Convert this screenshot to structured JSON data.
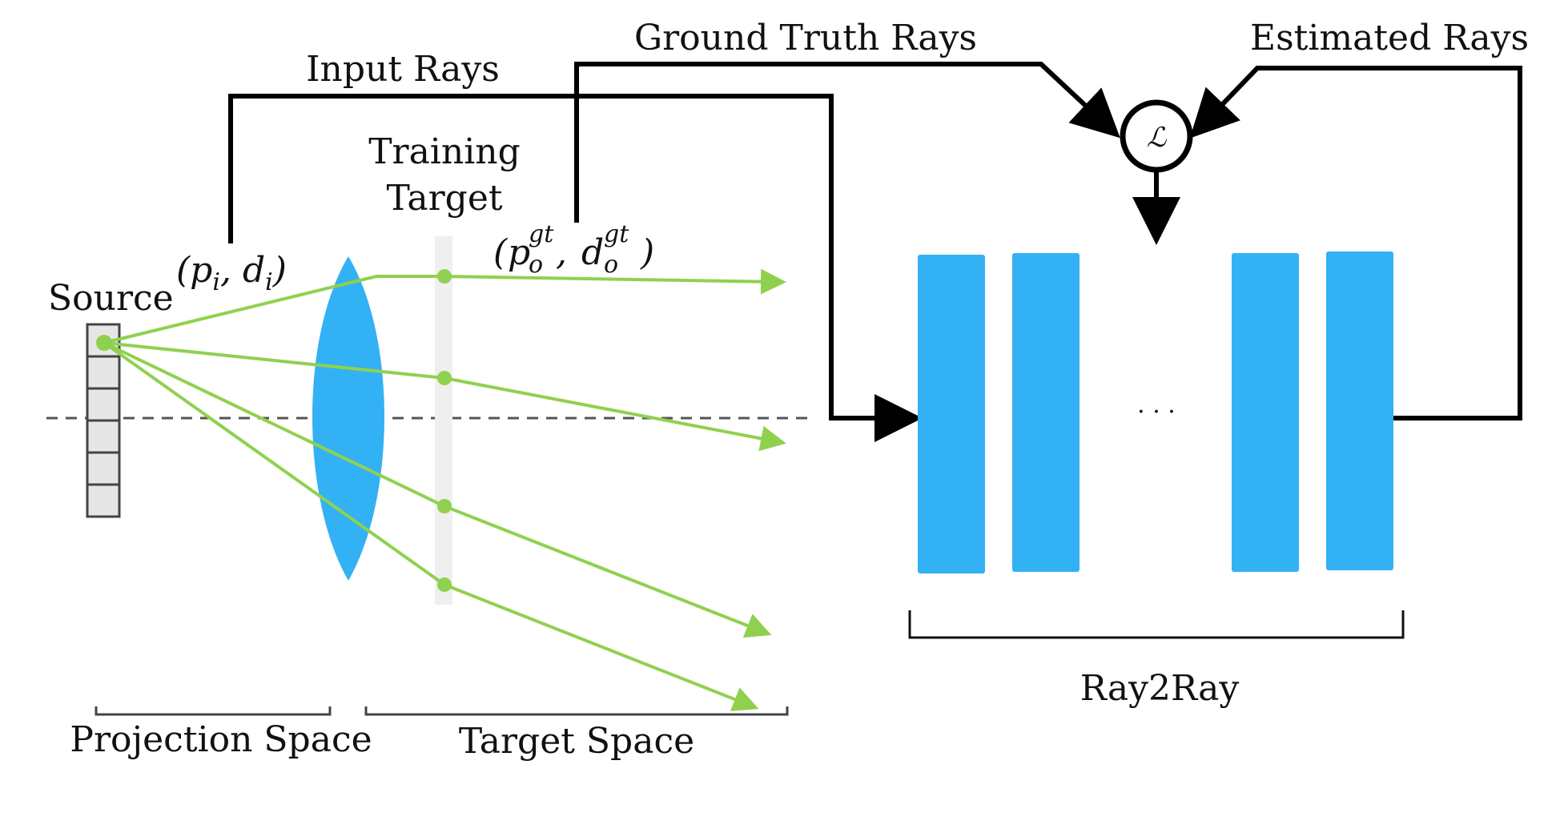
{
  "colors": {
    "lens": "#33b1f5",
    "layer": "#33b1f5",
    "ray": "#8fd14f",
    "connector": "#000000",
    "target_plane": "#efefef",
    "axis": "#555555"
  },
  "labels": {
    "source": "Source",
    "input_rays": "Input Rays",
    "training_target_line1": "Training",
    "training_target_line2": "Target",
    "ground_truth_rays": "Ground Truth Rays",
    "estimated_rays": "Estimated Rays",
    "loss_symbol": "ℒ",
    "ellipsis": "· · ·",
    "network_name": "Ray2Ray",
    "projection_space": "Projection Space",
    "target_space": "Target Space"
  },
  "math": {
    "input": {
      "open": "(",
      "p": "p",
      "p_sub": "i",
      "comma": ", ",
      "d": "d",
      "d_sub": "i",
      "close": ")"
    },
    "target": {
      "open": "(",
      "p": "p",
      "p_sub": "o",
      "p_sup": "gt",
      "comma": ", ",
      "d": "d",
      "d_sub": "o",
      "d_sup": "gt",
      "close": ")"
    }
  }
}
